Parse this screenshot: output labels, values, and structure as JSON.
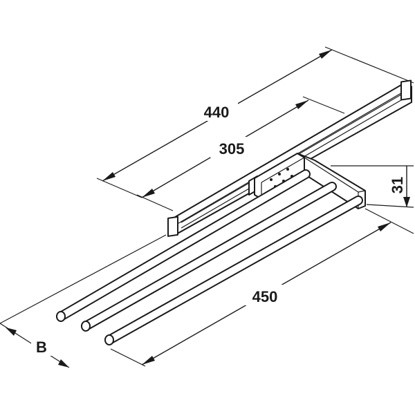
{
  "dimensions": {
    "overall_length": "440",
    "hole_spacing": "305",
    "rod_length": "450",
    "height": "31",
    "width": "B"
  },
  "colors": {
    "ink": "#1a1a1a",
    "background": "#ffffff"
  }
}
